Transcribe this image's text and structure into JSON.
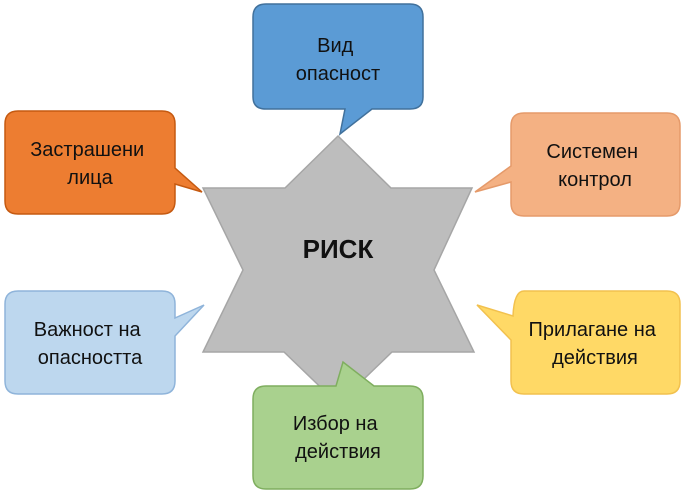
{
  "center": {
    "label": "РИСК",
    "fill": "#bdbdbd",
    "stroke": "#a6a6a6"
  },
  "callouts": [
    {
      "id": "vid-opasnost",
      "line1": "Вид",
      "line2": "опасност",
      "fill": "#5b9bd5",
      "stroke": "#41719c"
    },
    {
      "id": "sistemen-kontrol",
      "line1": "Системен",
      "line2": "контрол",
      "fill": "#f4b183",
      "stroke": "#e59a6a"
    },
    {
      "id": "prilagane-na-deystviya",
      "line1": "Прилагане на",
      "line2": "действия",
      "fill": "#ffd966",
      "stroke": "#f2c14e"
    },
    {
      "id": "izbor-na-deystviya",
      "line1": "Избор на",
      "line2": "действия",
      "fill": "#a9d18e",
      "stroke": "#7fae5f"
    },
    {
      "id": "vazhnost-na-opasnostta",
      "line1": "Важност на",
      "line2": "опасността",
      "fill": "#bdd7ee",
      "stroke": "#8fb4da"
    },
    {
      "id": "zastrasheni-litsa",
      "line1": "Застрашени",
      "line2": "лица",
      "fill": "#ed7d31",
      "stroke": "#c55a11"
    }
  ]
}
